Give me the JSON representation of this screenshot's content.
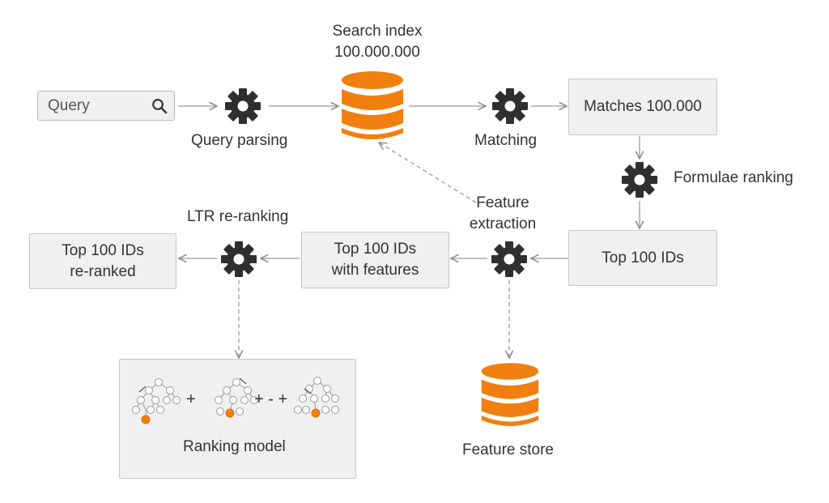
{
  "search_index": {
    "title": "Search index",
    "count": "100.000.000"
  },
  "query": {
    "placeholder": "Query"
  },
  "steps": {
    "query_parsing": "Query parsing",
    "matching": "Matching",
    "formulae_ranking": "Formulae ranking",
    "feature_extraction_line1": "Feature",
    "feature_extraction_line2": "extraction",
    "ltr_reranking": "LTR re-ranking"
  },
  "boxes": {
    "matches": "Matches 100.000",
    "top100": "Top 100 IDs",
    "with_features_line1": "Top 100 IDs",
    "with_features_line2": "with features",
    "reranked_line1": "Top 100 IDs",
    "reranked_line2": "re-ranked"
  },
  "ranking_model": {
    "label": "Ranking model",
    "op1": "+",
    "op2": "+ - +"
  },
  "feature_store": {
    "label": "Feature store"
  },
  "colors": {
    "accent": "#f07f0f",
    "gear": "#2f2f2f",
    "arrow": "#8c8c8c",
    "box_fill": "#f0f0f0"
  }
}
